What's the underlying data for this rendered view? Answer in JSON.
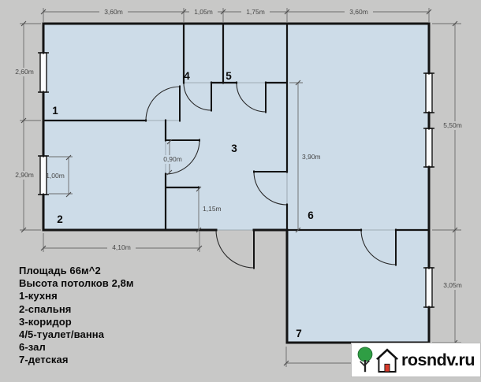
{
  "plan": {
    "room_labels": [
      "1",
      "2",
      "3",
      "4",
      "5",
      "6",
      "7"
    ],
    "dims": {
      "top": [
        "3,60m",
        "1,05m",
        "1,75m",
        "3,60m"
      ],
      "left": [
        "2,60m",
        "2,90m"
      ],
      "right": [
        "5,50m",
        "3,05m"
      ],
      "bottom": "4,10m",
      "window_bedroom": "1,00m",
      "bedroom_door": "0,90m",
      "hall_niche": "1,15m",
      "corridor_length": "3,90m"
    }
  },
  "legend": {
    "lines": [
      "Площадь 66м^2",
      "Высота потолков 2,8м",
      "1-кухня",
      "2-спальня",
      "3-коридор",
      "4/5-туалет/ванна",
      "6-зал",
      "7-детская"
    ]
  },
  "logo": {
    "text": "rosndv.ru"
  },
  "colors": {
    "background": "#c8c8c7",
    "floor": "#cddce8",
    "wall": "#141414",
    "dim": "#6b6b6b",
    "logo-green": "#2f9e44",
    "logo-red": "#d93a2b"
  }
}
